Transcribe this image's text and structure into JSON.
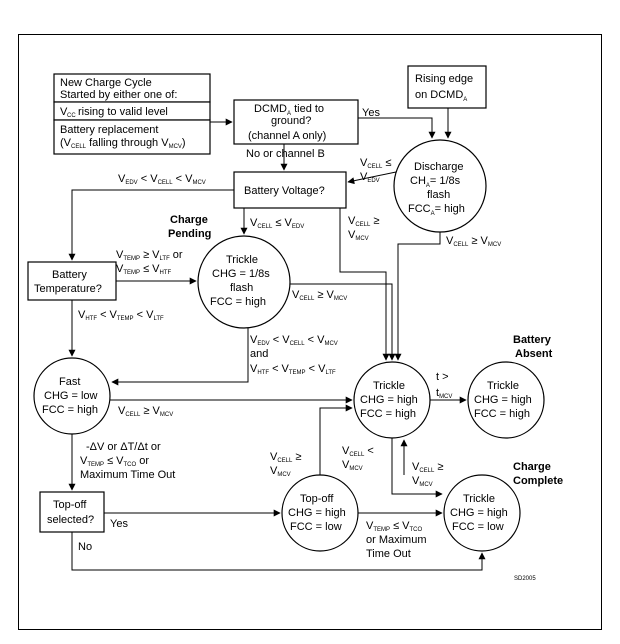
{
  "start": {
    "title_line1": "New Charge Cycle",
    "title_line2": "Started by either one of:",
    "vcc_line": "rising to valid level",
    "vcc_sub": "CC",
    "battery_line1": "Battery replacement",
    "battery_line2": "falling through V"
  },
  "rising_edge": {
    "line1": "Rising edge",
    "line2": "on DCMD"
  },
  "dcmd": {
    "line1": "DCMD",
    "line1_tail": " tied to",
    "line2": "ground?",
    "line3": "(channel A only)"
  },
  "battery_voltage": {
    "label": "Battery Voltage?"
  },
  "battery_temperature": {
    "line1": "Battery",
    "line2": "Temperature?"
  },
  "discharge": {
    "line1": "Discharge",
    "line2": "= 1/8s",
    "line3": "flash",
    "line4": "= high"
  },
  "trickle_pending": {
    "line1": "Trickle",
    "line2": "CHG = 1/8s",
    "line3": "flash",
    "line4": "FCC = high"
  },
  "fast": {
    "line1": "Fast",
    "line2": "CHG = low",
    "line3": "FCC = high"
  },
  "trickle_main": {
    "line1": "Trickle",
    "line2": "CHG = high",
    "line3": "FCC = high"
  },
  "trickle_absent": {
    "line1": "Trickle",
    "line2": "CHG = high",
    "line3": "FCC = high"
  },
  "topoff_decision": {
    "line1": "Top-off",
    "line2": "selected?"
  },
  "topoff_state": {
    "line1": "Top-off",
    "line2": "CHG = high",
    "line3": "FCC = low"
  },
  "trickle_complete": {
    "line1": "Trickle",
    "line2": "CHG = high",
    "line3": "FCC = low"
  },
  "headings": {
    "charge_pending_1": "Charge",
    "charge_pending_2": "Pending",
    "battery_absent_1": "Battery",
    "battery_absent_2": "Absent",
    "charge_complete_1": "Charge",
    "charge_complete_2": "Complete"
  },
  "edges": {
    "yes": "Yes",
    "no_or_channel_b": "No or channel B",
    "yes2": "Yes",
    "no": "No",
    "fast_term_1": "-ΔV or ΔT/Δt or",
    "fast_term_3": "Maximum Time Out",
    "or_word": "or",
    "and_word": "and",
    "or_maximum": "or Maximum",
    "time_out": "Time Out",
    "t_gt": "t >"
  },
  "footer": {
    "code": "SD2005"
  }
}
